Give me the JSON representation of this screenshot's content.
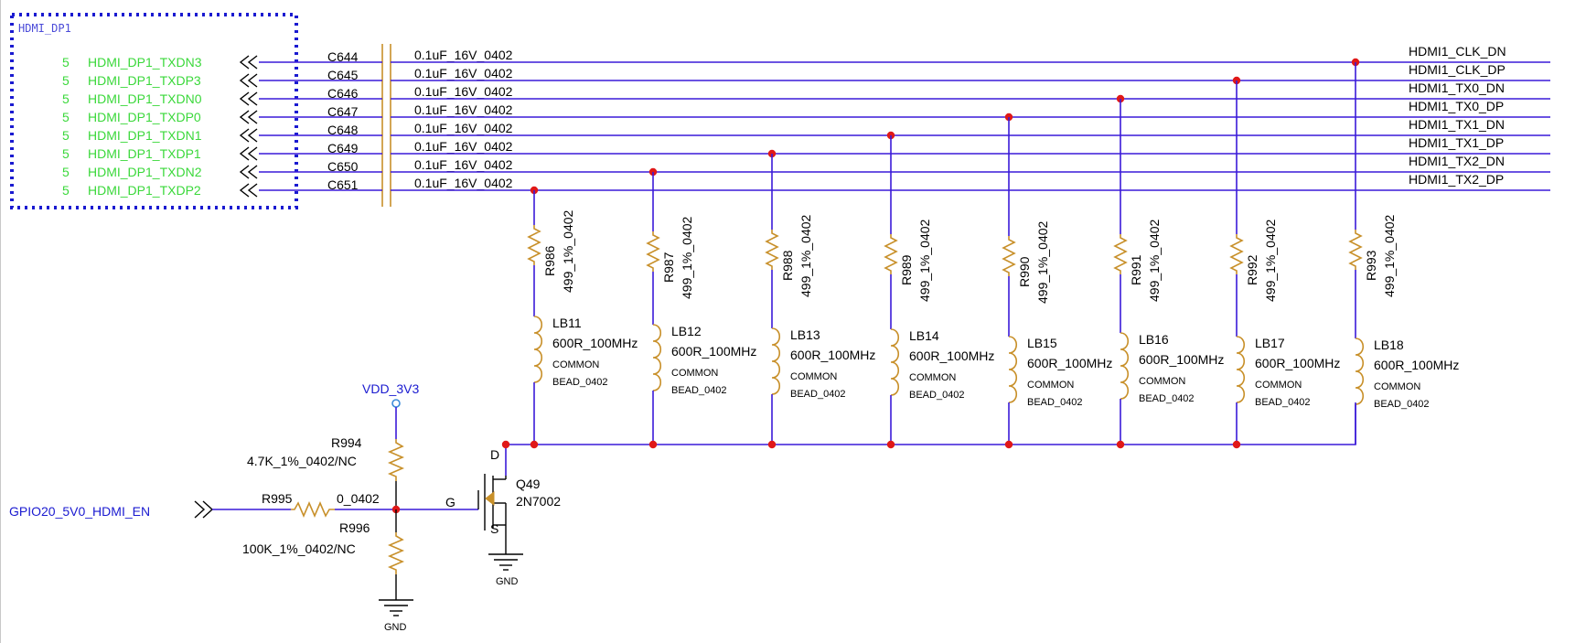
{
  "block": {
    "name": "HDMI_DP1",
    "pin_number": "5"
  },
  "input_nets": [
    "HDMI_DP1_TXDN3",
    "HDMI_DP1_TXDP3",
    "HDMI_DP1_TXDN0",
    "HDMI_DP1_TXDP0",
    "HDMI_DP1_TXDN1",
    "HDMI_DP1_TXDP1",
    "HDMI_DP1_TXDN2",
    "HDMI_DP1_TXDP2"
  ],
  "capacitors": {
    "refs": [
      "C644",
      "C645",
      "C646",
      "C647",
      "C648",
      "C649",
      "C650",
      "C651"
    ],
    "value": "0.1uF_16V_0402"
  },
  "output_nets": [
    "HDMI1_CLK_DN",
    "HDMI1_CLK_DP",
    "HDMI1_TX0_DN",
    "HDMI1_TX0_DP",
    "HDMI1_TX1_DN",
    "HDMI1_TX1_DP",
    "HDMI1_TX2_DN",
    "HDMI1_TX2_DP"
  ],
  "term_resistors": {
    "refs": [
      "R986",
      "R987",
      "R988",
      "R989",
      "R990",
      "R991",
      "R992",
      "R993"
    ],
    "value": "499_1%_0402"
  },
  "beads": {
    "refs": [
      "LB11",
      "LB12",
      "LB13",
      "LB14",
      "LB15",
      "LB16",
      "LB17",
      "LB18"
    ],
    "value": "600R_100MHz",
    "desc1": "COMMON",
    "desc2": "BEAD_0402"
  },
  "control": {
    "supply": "VDD_3V3",
    "enable_net": "GPIO20_5V0_HDMI_EN",
    "r994_ref": "R994",
    "r994_value": "4.7K_1%_0402/NC",
    "r995_ref": "R995",
    "r995_value": "0_0402",
    "r996_ref": "R996",
    "r996_value": "100K_1%_0402/NC",
    "gate_label": "G",
    "drain_label": "D",
    "source_label": "S",
    "fet_ref": "Q49",
    "fet_value": "2N7002",
    "gnd_label": "GND"
  },
  "colors": {
    "wire": "#3a1ad8",
    "component": "#c8902a",
    "junction": "#e01818",
    "net_label": "#3ad83a",
    "block_border": "#1a1ad0"
  }
}
